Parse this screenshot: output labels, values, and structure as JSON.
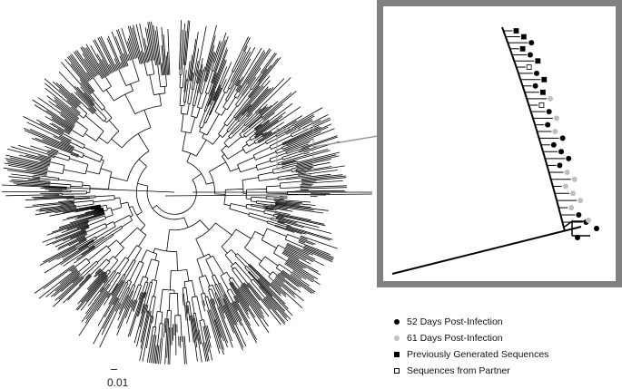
{
  "legend": [
    {
      "label": "52 Days Post-Infection",
      "marker": "filled-circle",
      "color": "#000000"
    },
    {
      "label": "61 Days Post-Infection",
      "marker": "filled-circle",
      "color": "#bfbfbf"
    },
    {
      "label": "Previously Generated Sequences",
      "marker": "filled-square",
      "color": "#000000"
    },
    {
      "label": "Sequences from Partner",
      "marker": "open-square",
      "color": "#000000"
    }
  ],
  "scale_bar": {
    "label": "0.01"
  },
  "colors": {
    "tree": "#000000",
    "inset_frame": "#808080",
    "zoom_link": "#999999",
    "light_marker": "#bfbfbf"
  },
  "inset_markers": [
    "square",
    "square",
    "black",
    "square",
    "black",
    "square",
    "open",
    "black",
    "square",
    "black",
    "square",
    "grey",
    "open",
    "black",
    "grey",
    "black",
    "grey",
    "black",
    "black",
    "black",
    "black",
    "black",
    "grey",
    "grey",
    "grey",
    "grey",
    "grey",
    "grey",
    "black",
    "black"
  ]
}
